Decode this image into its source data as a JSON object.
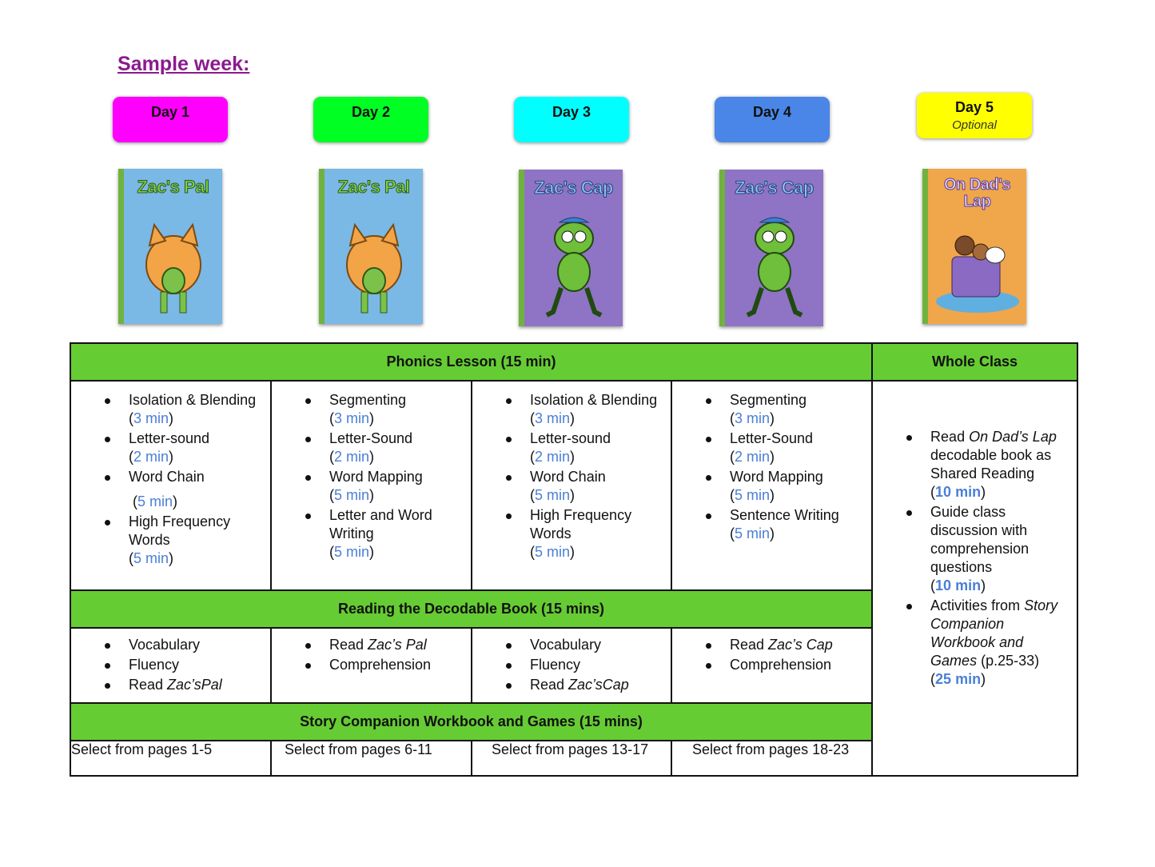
{
  "heading": "Sample week:",
  "days": [
    {
      "label": "Day 1",
      "note": "",
      "color": "#ff00ff"
    },
    {
      "label": "Day 2",
      "note": "",
      "color": "#00ff22"
    },
    {
      "label": "Day 3",
      "note": "",
      "color": "#00ffff"
    },
    {
      "label": "Day 4",
      "note": "",
      "color": "#4a86e8"
    },
    {
      "label": "Day 5",
      "note": "Optional",
      "color": "#ffff00"
    }
  ],
  "books": [
    {
      "title": "Zac's Pal",
      "bg": "#7ab8e6"
    },
    {
      "title": "Zac's Pal",
      "bg": "#7ab8e6"
    },
    {
      "title": "Zac's Cap",
      "bg": "#8f73c4"
    },
    {
      "title": "Zac's Cap",
      "bg": "#8f73c4"
    },
    {
      "title": "On Dad's Lap",
      "bg": "#f0a64a"
    }
  ],
  "sections": {
    "phonics": "Phonics Lesson (15 min)",
    "whole_class": "Whole Class",
    "reading": "Reading the Decodable Book (15 mins)",
    "workbook": "Story Companion Workbook and Games (15 mins)"
  },
  "phonics_cols": [
    [
      {
        "text": "Isolation & Blending",
        "time": "3 min"
      },
      {
        "text": "Letter-sound",
        "time": "2 min"
      },
      {
        "text": "Word Chain",
        "time": "5 min"
      },
      {
        "text": "High Frequency Words",
        "time": "5 min"
      }
    ],
    [
      {
        "text": "Segmenting",
        "time": "3 min"
      },
      {
        "text": "Letter-Sound",
        "time": "2 min"
      },
      {
        "text": "Word Mapping",
        "time": "5 min"
      },
      {
        "text": "Letter and Word Writing",
        "time": "5 min"
      }
    ],
    [
      {
        "text": "Isolation & Blending",
        "time": "3 min"
      },
      {
        "text": "Letter-sound",
        "time": "2 min"
      },
      {
        "text": "Word Chain",
        "time": "5 min"
      },
      {
        "text": "High Frequency Words",
        "time": "5 min"
      }
    ],
    [
      {
        "text": "Segmenting",
        "time": "3 min"
      },
      {
        "text": "Letter-Sound",
        "time": "2 min"
      },
      {
        "text": "Word Mapping",
        "time": "5 min"
      },
      {
        "text": "Sentence Writing",
        "time": "5 min"
      }
    ]
  ],
  "reading_cols": [
    [
      {
        "pre": "Vocabulary",
        "em": ""
      },
      {
        "pre": "Fluency",
        "em": ""
      },
      {
        "pre": "Read ",
        "em": "Zac’sPal"
      }
    ],
    [
      {
        "pre": "Read ",
        "em": "Zac’s Pal"
      },
      {
        "pre": "Comprehension",
        "em": ""
      }
    ],
    [
      {
        "pre": "Vocabulary",
        "em": ""
      },
      {
        "pre": "Fluency",
        "em": ""
      },
      {
        "pre": "Read ",
        "em": "Zac’sCap"
      }
    ],
    [
      {
        "pre": "Read ",
        "em": "Zac’s Cap"
      },
      {
        "pre": "Comprehension",
        "em": ""
      }
    ]
  ],
  "workbook_cols": [
    "Select from pages 1-5",
    "Select from pages 6-11",
    "Select from pages 13-17",
    "Select from pages 18-23"
  ],
  "whole_class_items": [
    {
      "pre": "Read ",
      "em": "On Dad’s Lap",
      "post": " decodable book as Shared Reading",
      "time": "10 min"
    },
    {
      "pre": "Guide class discussion with comprehension questions",
      "em": "",
      "post": "",
      "time": "10 min"
    },
    {
      "pre": "Activities from ",
      "em": "Story Companion Workbook and Games",
      "post": " (p.25-33)",
      "time": "25 min"
    }
  ]
}
